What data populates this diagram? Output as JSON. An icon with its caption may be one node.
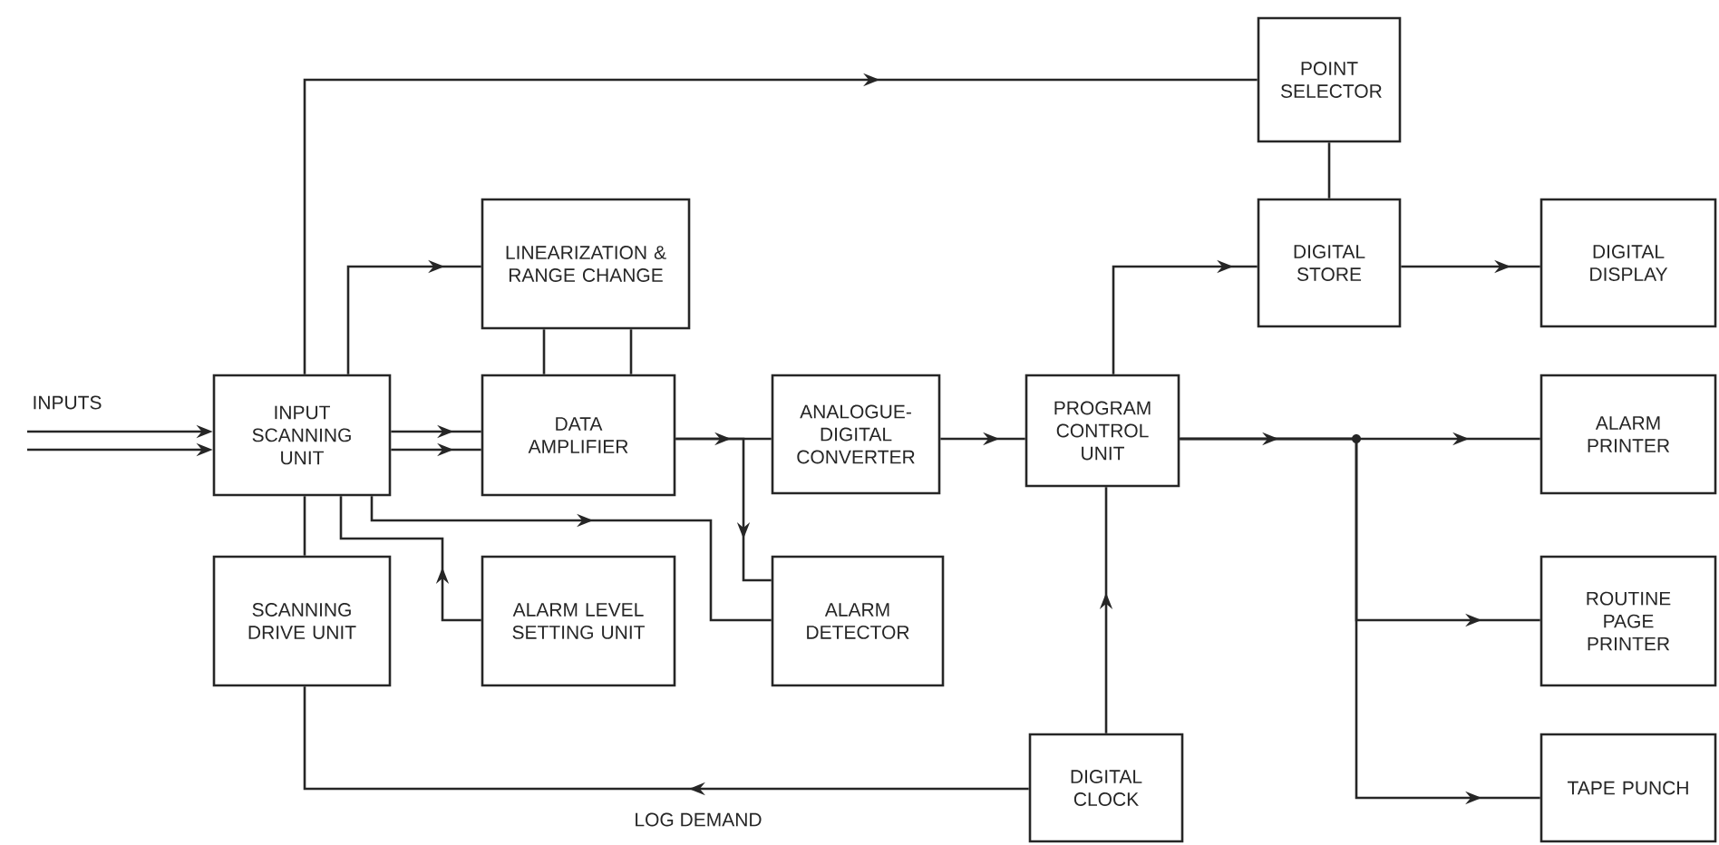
{
  "diagram": {
    "nodes": [
      {
        "text": [
          "POINT SELECTOR"
        ]
      },
      {
        "text": [
          "LINEARIZATION & RANGE CHANGE"
        ]
      },
      {
        "text": [
          "DIGITAL STORE"
        ]
      },
      {
        "text": [
          "DIGITAL DISPLAY"
        ]
      },
      {
        "text": [
          "INPUT SCANNING UNIT"
        ]
      },
      {
        "text": [
          "DATA AMPLIFIER"
        ]
      },
      {
        "text": [
          "ANALOGUE-DIGITAL CONVERTER"
        ]
      },
      {
        "text": [
          "PROGRAM CONTROL UNIT"
        ]
      },
      {
        "text": [
          "ALARM PRINTER"
        ]
      },
      {
        "text": [
          "SCANNING DRIVE UNIT"
        ]
      },
      {
        "text": [
          "ALARM LEVEL SETTING UNIT"
        ]
      },
      {
        "text": [
          "ALARM DETECTOR"
        ]
      },
      {
        "text": [
          "ROUTINE PAGE PRINTER"
        ]
      },
      {
        "text": [
          "DIGITAL CLOCK"
        ]
      },
      {
        "text": [
          "TAPE PUNCH"
        ]
      }
    ],
    "edges": [
      {
        "from": null,
        "to": 4,
        "arrow": "to"
      },
      {
        "from": null,
        "to": 4,
        "arrow": "to"
      },
      {
        "from": 4,
        "to": 0,
        "arrow": "to"
      },
      {
        "from": 4,
        "to": 1,
        "arrow": "to"
      },
      {
        "from": 1,
        "to": 5,
        "arrow": "none"
      },
      {
        "from": 1,
        "to": 5,
        "arrow": "none"
      },
      {
        "from": 4,
        "to": 5,
        "arrow": "to"
      },
      {
        "from": 4,
        "to": 5,
        "arrow": "to"
      },
      {
        "from": 5,
        "to": 6,
        "arrow": "to"
      },
      {
        "from": 5,
        "to": 11,
        "arrow": "to"
      },
      {
        "from": 4,
        "to": 11,
        "arrow": "to"
      },
      {
        "from": 10,
        "to": 4,
        "arrow": "to"
      },
      {
        "from": 4,
        "to": 9,
        "arrow": "none"
      },
      {
        "from": 6,
        "to": 7,
        "arrow": "to"
      },
      {
        "from": 7,
        "to": 2,
        "arrow": "to"
      },
      {
        "from": 0,
        "to": 2,
        "arrow": "none"
      },
      {
        "from": 2,
        "to": 3,
        "arrow": "to"
      },
      {
        "from": 7,
        "to": 8,
        "arrow": "to"
      },
      {
        "from": 7,
        "to": 12,
        "arrow": "to"
      },
      {
        "from": 7,
        "to": 14,
        "arrow": "to"
      },
      {
        "from": 13,
        "to": 7,
        "arrow": "to"
      },
      {
        "from": 13,
        "to": 9,
        "arrow": "to",
        "label": "LOG DEMAND"
      }
    ],
    "labels": [
      "INPUTS"
    ]
  }
}
